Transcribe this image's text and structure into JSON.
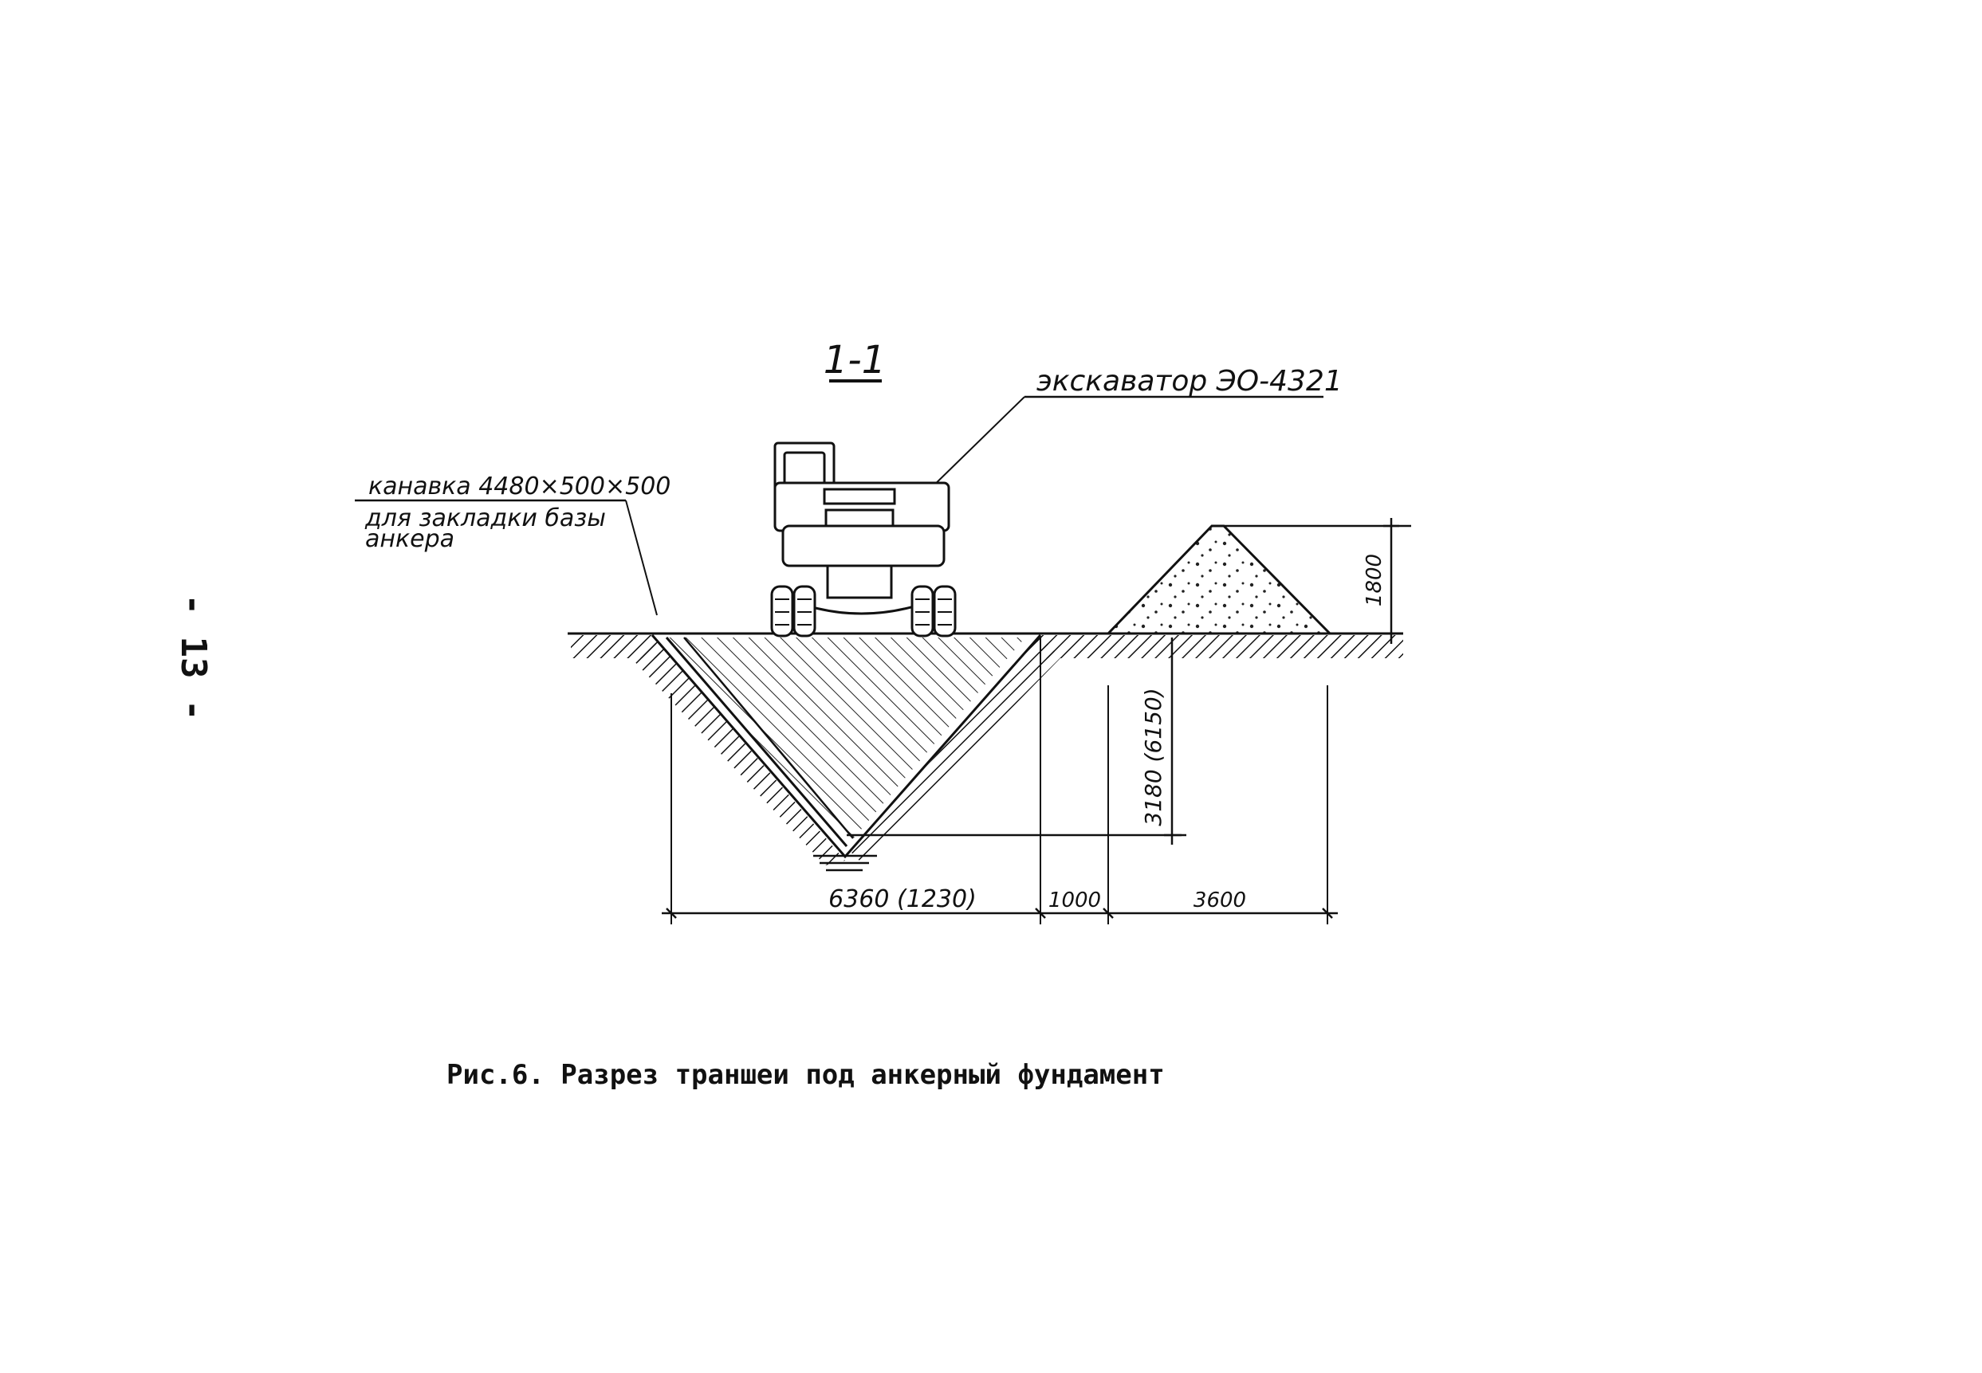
{
  "page_number": "- 13 -",
  "section_label": "1-1",
  "labels": {
    "excavator": "экскаватор  ЭО-4321",
    "groove_line1": "канавка  4480×500×500",
    "groove_line2": "для закладки базы",
    "groove_line3": "анкера"
  },
  "dimensions": {
    "trench_width": "6360 (1230)",
    "gap": "1000",
    "spoil_width": "3600",
    "spoil_height": "1800",
    "trench_depth": "3180 (6150)"
  },
  "caption": "Рис.6. Разрез траншеи под анкерный фундамент"
}
